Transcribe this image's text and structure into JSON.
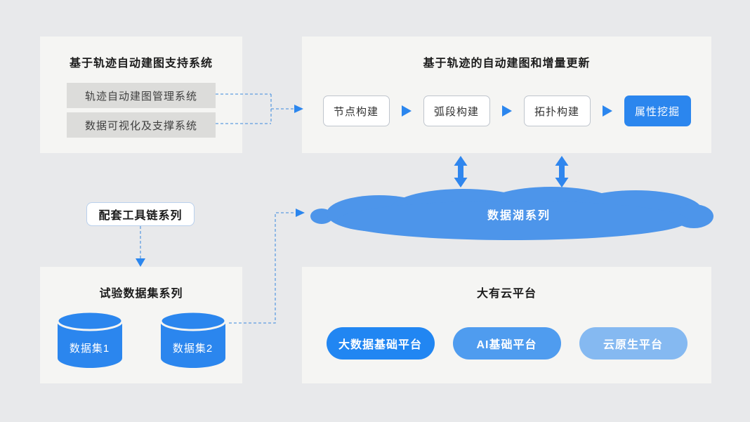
{
  "colors": {
    "canvas_bg": "#e8e9eb",
    "panel_bg": "#f5f5f3",
    "graybox_bg": "#dcdcda",
    "accent_blue": "#2b86ee",
    "cloud_blue": "#4d95ea",
    "pill_blue_1": "#2186f2",
    "pill_blue_2": "#4f9cef",
    "pill_blue_3": "#85b9f1",
    "dashed_line_blue": "#5f9de0"
  },
  "support_system": {
    "title": "基于轨迹自动建图支持系统",
    "items": [
      "轨迹自动建图管理系统",
      "数据可视化及支撑系统"
    ]
  },
  "auto_mapping": {
    "title": "基于轨迹的自动建图和增量更新",
    "steps": [
      "节点构建",
      "弧段构建",
      "拓扑构建",
      "属性挖掘"
    ]
  },
  "toolchain": {
    "label": "配套工具链系列"
  },
  "datasets": {
    "title": "试验数据集系列",
    "items": [
      "数据集1",
      "数据集2"
    ]
  },
  "data_lake": {
    "label": "数据湖系列"
  },
  "cloud_platform": {
    "title": "大有云平台",
    "pills": [
      "大数据基础平台",
      "AI基础平台",
      "云原生平台"
    ]
  }
}
